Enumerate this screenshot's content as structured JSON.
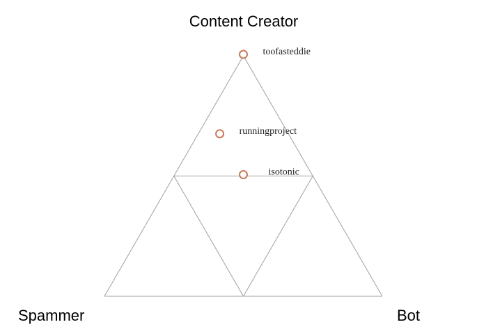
{
  "chart_data": {
    "type": "scatter",
    "layout": "ternary",
    "vertices": {
      "top": "Content Creator",
      "left": "Spammer",
      "right": "Bot"
    },
    "points": [
      {
        "label": "toofasteddie",
        "content_creator": 1.0,
        "spammer": 0.0,
        "bot": 0.0
      },
      {
        "label": "runningproject",
        "content_creator": 0.67,
        "spammer": 0.25,
        "bot": 0.08
      },
      {
        "label": "isotonic",
        "content_creator": 0.5,
        "spammer": 0.25,
        "bot": 0.25
      }
    ],
    "marker_color": "#c97a5a",
    "line_color": "#a0a0a0",
    "grid": true
  }
}
